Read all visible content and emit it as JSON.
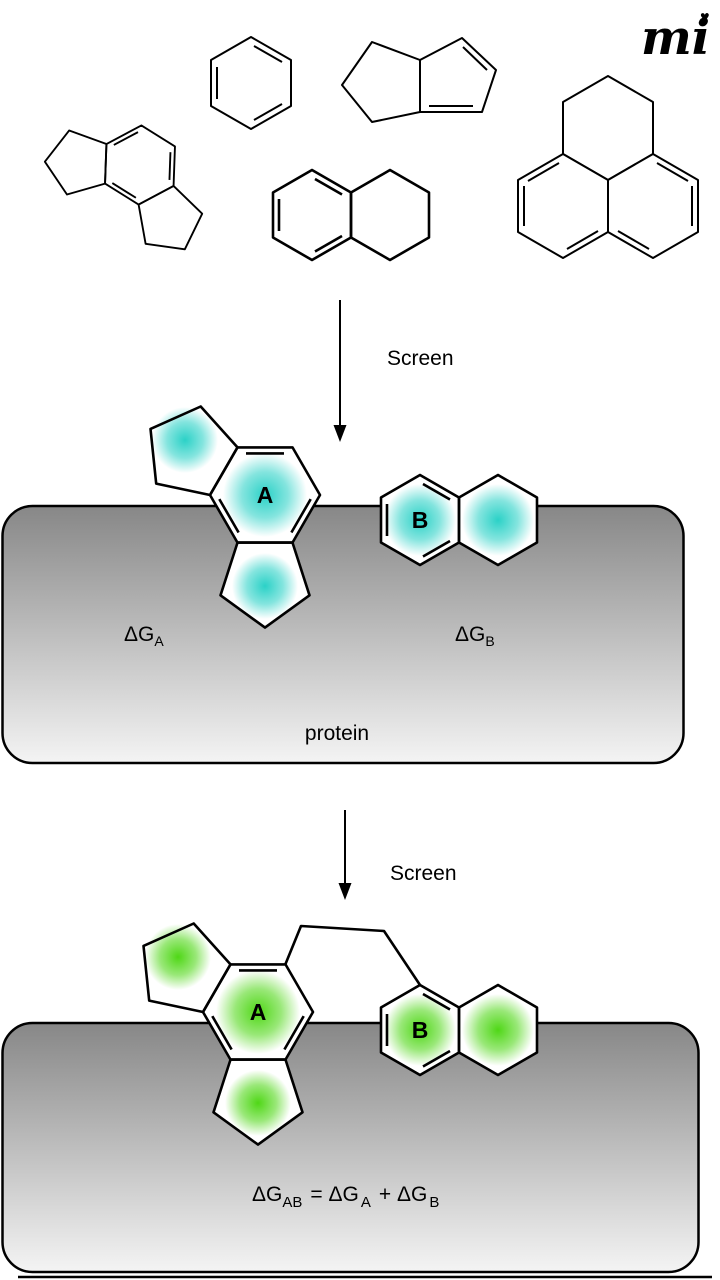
{
  "logo": {
    "text": "mi",
    "mark": "♥"
  },
  "arrows": {
    "screen1": "Screen",
    "screen2": "Screen"
  },
  "panel1": {
    "fragment_a": "A",
    "fragment_b": "B",
    "dg_a": "ΔG",
    "dg_a_sub": "A",
    "dg_b": "ΔG",
    "dg_b_sub": "B",
    "protein": "protein"
  },
  "panel2": {
    "fragment_a": "A",
    "fragment_b": "B",
    "eq_t1": "ΔG",
    "eq_s1": "AB",
    "eq_t2": "= ΔG",
    "eq_s2": "A",
    "eq_t3": "+ ΔG",
    "eq_s3": "B"
  },
  "colors": {
    "glow_cyan": "#20cfc4",
    "glow_green": "#46d50a",
    "protein_top": "#878787",
    "protein_bottom": "#f4f4f4",
    "line": "#000000"
  }
}
